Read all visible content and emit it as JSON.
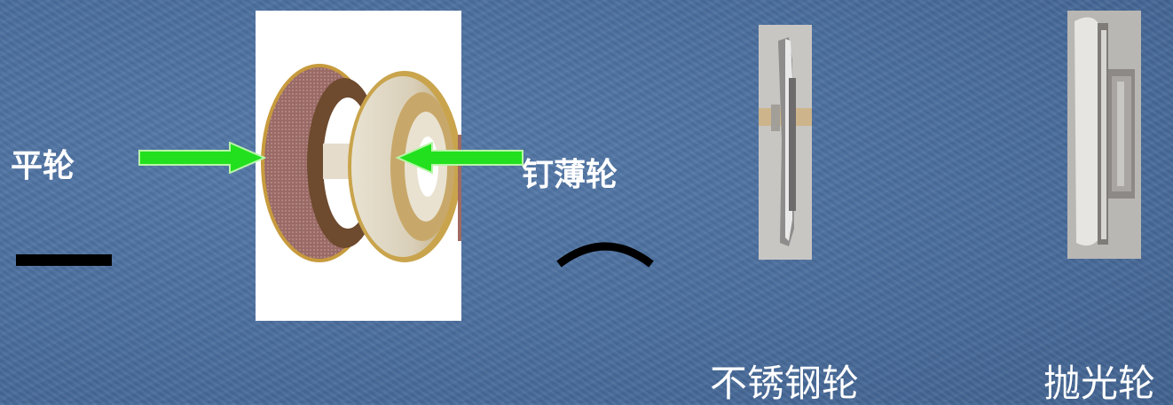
{
  "labels": {
    "flat_wheel": "平轮",
    "thin_nail_wheel": "钉薄轮",
    "stainless_wheel": "不锈钢轮",
    "polish_wheel": "抛光轮"
  },
  "symbols": {
    "dash": "dash-line",
    "arc": "arc-symbol"
  },
  "colors": {
    "background": "#4a6d9c",
    "arrow": "#22e01e",
    "text": "#ffffff"
  }
}
